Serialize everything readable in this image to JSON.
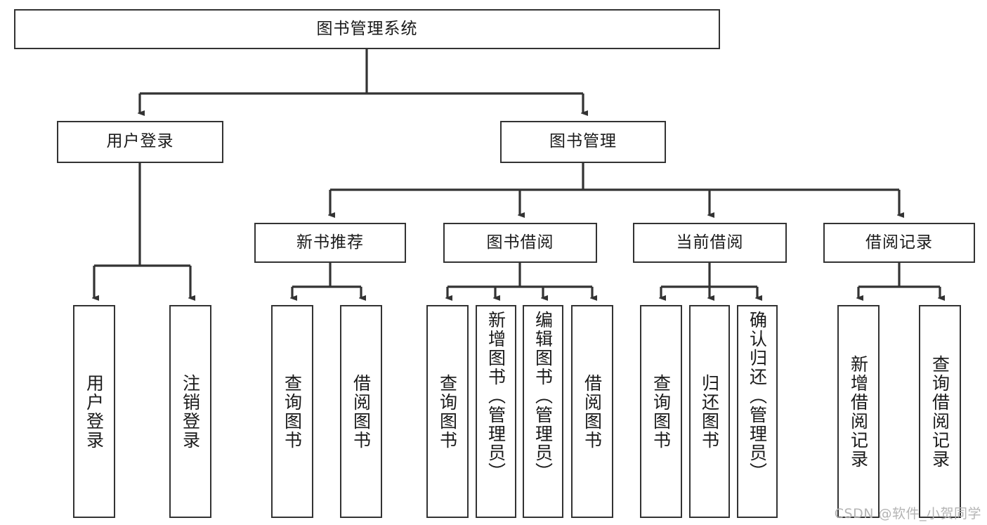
{
  "diagram": {
    "title": "图书管理系统",
    "type": "tree-hierarchy",
    "root": {
      "label": "图书管理系统"
    },
    "level2": [
      {
        "label": "用户登录"
      },
      {
        "label": "图书管理"
      }
    ],
    "level3": [
      {
        "label": "新书推荐"
      },
      {
        "label": "图书借阅"
      },
      {
        "label": "当前借阅"
      },
      {
        "label": "借阅记录"
      }
    ],
    "leaves": {
      "user_login": [
        {
          "label": "用户登录"
        },
        {
          "label": "注销登录"
        }
      ],
      "new_book_recommend": [
        {
          "label": "查询图书"
        },
        {
          "label": "借阅图书"
        }
      ],
      "book_borrow": [
        {
          "label": "查询图书"
        },
        {
          "label": "新增图书（管理员）"
        },
        {
          "label": "编辑图书（管理员）"
        },
        {
          "label": "借阅图书"
        }
      ],
      "current_borrow": [
        {
          "label": "查询图书"
        },
        {
          "label": "归还图书"
        },
        {
          "label": "确认归还（管理员）"
        }
      ],
      "borrow_record": [
        {
          "label": "新增借阅记录"
        },
        {
          "label": "查询借阅记录"
        }
      ]
    }
  },
  "watermark": {
    "text": "CSDN @软件_小贺同学"
  },
  "colors": {
    "stroke": "#333333",
    "fill": "#ffffff",
    "text": "#1a1a1a",
    "watermark": "#b4b4b4"
  }
}
